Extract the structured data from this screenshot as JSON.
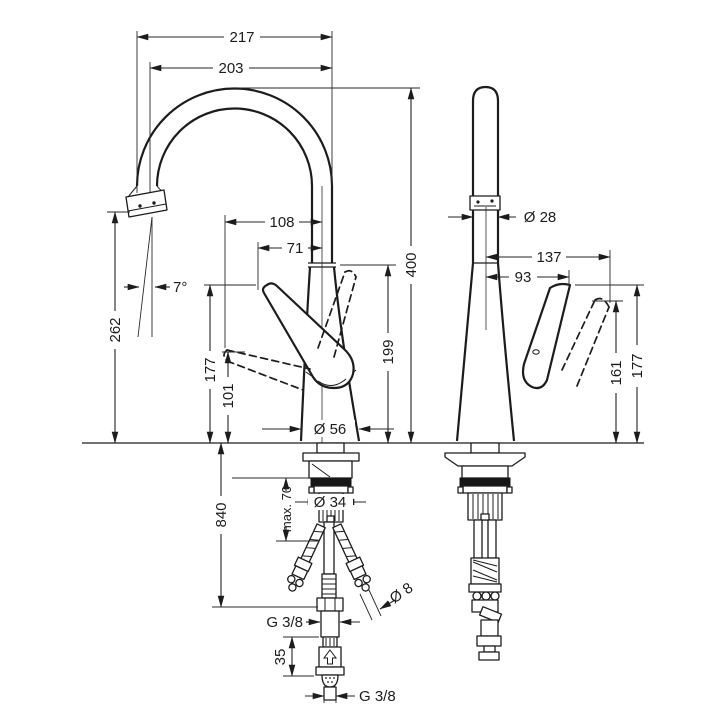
{
  "drawing": {
    "front": {
      "reach_outer": "217",
      "reach_inner": "203",
      "spout_offset": "108",
      "handle_offset": "71",
      "spout_angle": "7°",
      "spout_height": "262",
      "handle_height_max": "177",
      "handle_height_min": "101",
      "base_diameter": "Ø 56",
      "total_height": "400",
      "body_height": "199",
      "max_counter_thickness": "max. 70",
      "hose_length": "840",
      "shank_diameter": "Ø 34",
      "hose_thread": "G 3/8",
      "hose_diameter": "Ø 8",
      "valve_length": "35",
      "valve_thread": "G 3/8"
    },
    "side": {
      "spout_diameter": "Ø 28",
      "handle_reach_max": "137",
      "handle_reach_min": "93",
      "handle_height_min": "161",
      "handle_height_max": "177"
    }
  }
}
